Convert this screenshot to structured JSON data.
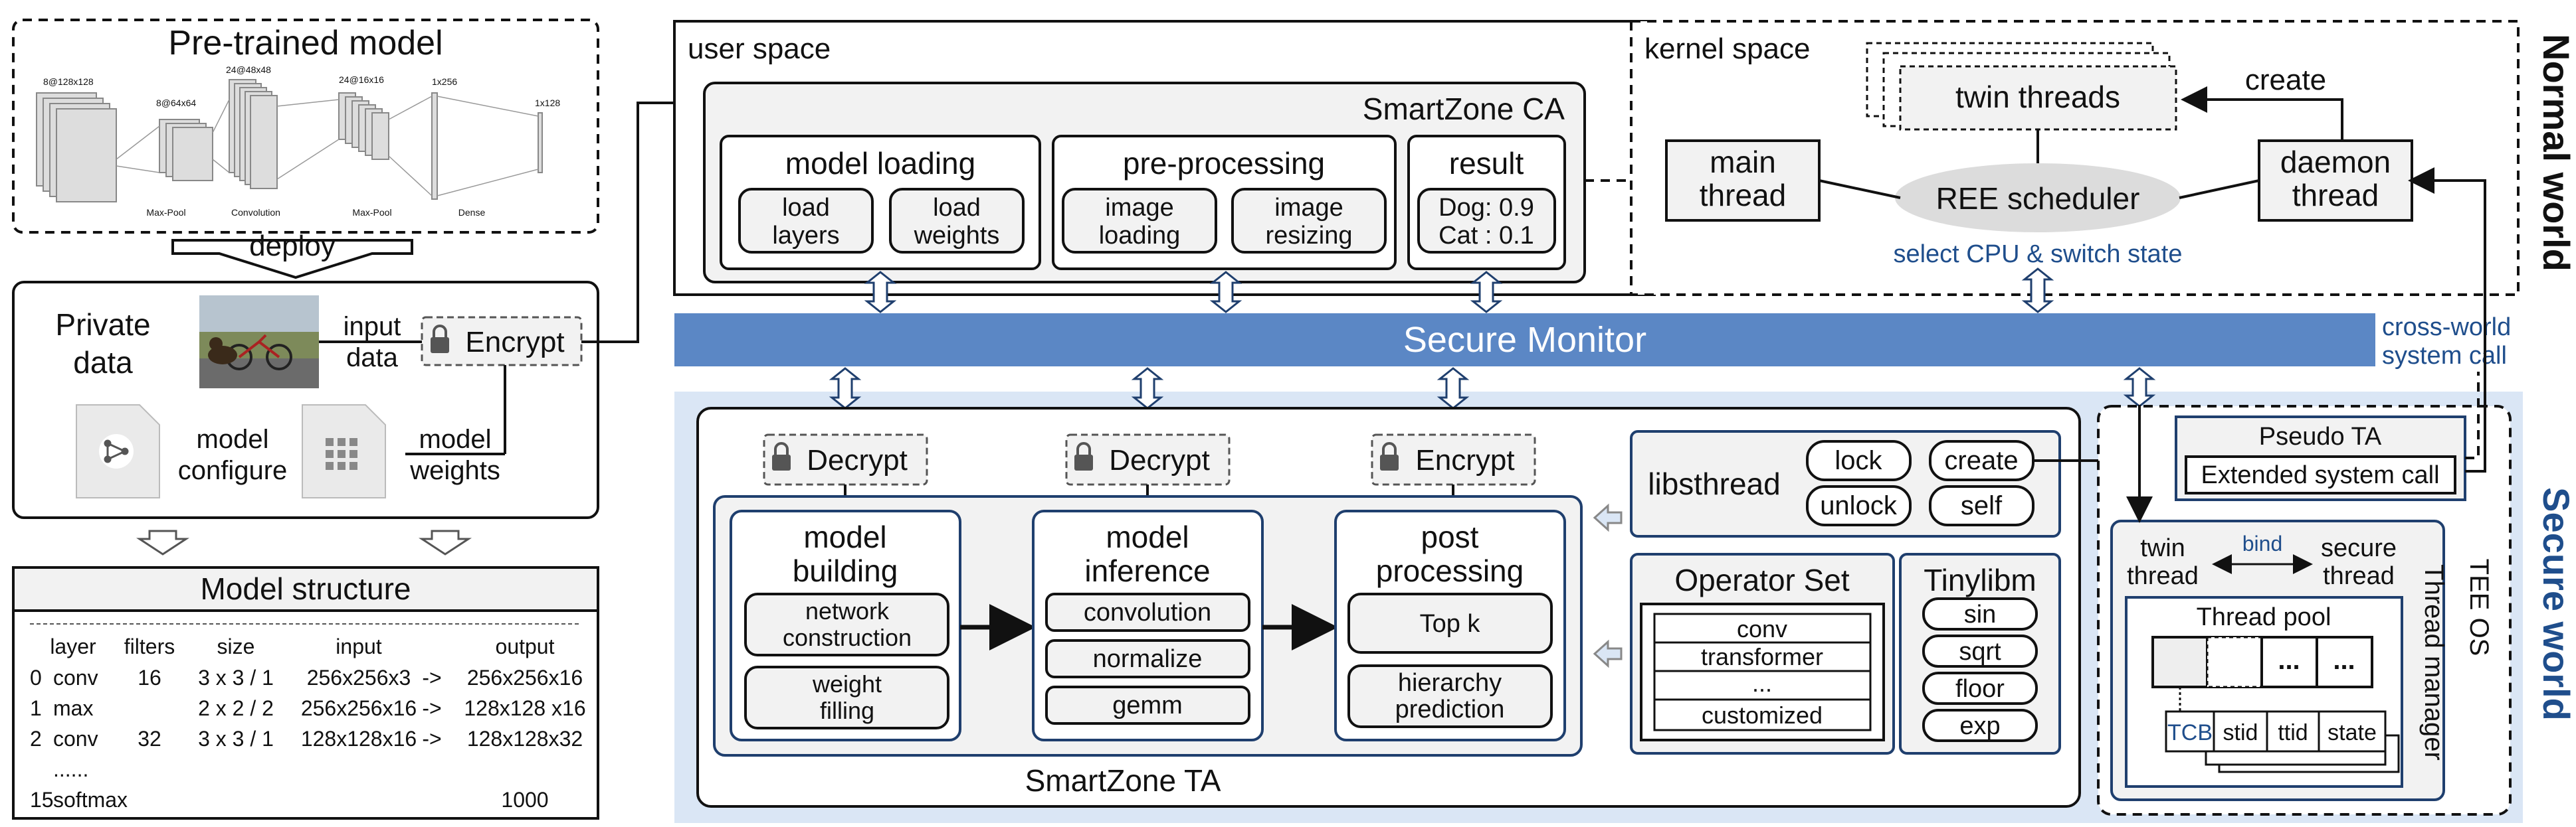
{
  "pretrained": {
    "title": "Pre-trained model",
    "layer_labels": [
      "8@128x128",
      "8@64x64",
      "24@48x48",
      "24@16x16",
      "1x256",
      "1x128"
    ],
    "op_labels": [
      "Max-Pool",
      "Convolution",
      "Max-Pool",
      "Dense"
    ]
  },
  "deploy_label": "deploy",
  "private": {
    "title_line1": "Private",
    "title_line2": "data",
    "input_line1": "input",
    "input_line2": "data",
    "encrypt": "Encrypt",
    "model_config_line1": "model",
    "model_config_line2": "configure",
    "model_weights_line1": "model",
    "model_weights_line2": "weights"
  },
  "model_structure": {
    "title": "Model structure",
    "headers": [
      "layer",
      "filters",
      "size",
      "input",
      "output"
    ],
    "rows": [
      [
        "0",
        "conv",
        "16",
        "3 x 3 / 1",
        "256x256x3",
        "->",
        "256x256x16"
      ],
      [
        "1",
        "max",
        "",
        "2 x 2 / 2",
        "256x256x16",
        "->",
        "128x128 x16"
      ],
      [
        "2",
        "conv",
        "32",
        "3 x 3 / 1",
        "128x128x16",
        "->",
        "128x128x32"
      ],
      [
        "",
        "......",
        "",
        "",
        "",
        "",
        ""
      ],
      [
        "15",
        "softmax",
        "",
        "",
        "",
        "",
        "1000"
      ]
    ]
  },
  "user_space": {
    "label": "user space",
    "ca_title": "SmartZone CA",
    "model_loading": {
      "title": "model loading",
      "items": [
        [
          "load",
          "layers"
        ],
        [
          "load",
          "weights"
        ]
      ]
    },
    "preprocessing": {
      "title": "pre-processing",
      "items": [
        [
          "image",
          "loading"
        ],
        [
          "image",
          "resizing"
        ]
      ]
    },
    "result": {
      "title": "result",
      "lines": [
        "Dog: 0.9",
        "Cat : 0.1"
      ]
    }
  },
  "kernel_space": {
    "label": "kernel space",
    "twin_threads": "twin threads",
    "create": "create",
    "main_thread": [
      "main",
      "thread"
    ],
    "scheduler": "REE scheduler",
    "daemon_thread": [
      "daemon",
      "thread"
    ],
    "caption": "select CPU & switch state"
  },
  "normal_world": "Normal world",
  "secure_world": "Secure world",
  "secure_monitor": "Secure Monitor",
  "cross_world": [
    "cross-world",
    "system call"
  ],
  "ta": {
    "title": "SmartZone TA",
    "decrypt1": "Decrypt",
    "decrypt2": "Decrypt",
    "encrypt": "Encrypt",
    "building": {
      "title": [
        "model",
        "building"
      ],
      "items": [
        [
          "network",
          "construction"
        ],
        [
          "weight",
          "filling"
        ]
      ]
    },
    "inference": {
      "title": [
        "model",
        "inference"
      ],
      "items": [
        "convolution",
        "normalize",
        "gemm"
      ]
    },
    "post": {
      "title": [
        "post",
        "processing"
      ],
      "items": [
        [
          "Top k"
        ],
        [
          "hierarchy",
          "prediction"
        ]
      ]
    },
    "libsthread": {
      "title": "libsthread",
      "items": [
        "lock",
        "create",
        "unlock",
        "self"
      ]
    },
    "operator_set": {
      "title": "Operator Set",
      "items": [
        "conv",
        "transformer",
        "...",
        "customized"
      ]
    },
    "tinylibm": {
      "title": "Tinylibm",
      "items": [
        "sin",
        "sqrt",
        "floor",
        "exp"
      ]
    }
  },
  "tee_os": {
    "label": "TEE OS",
    "pseudo_ta": "Pseudo TA",
    "extended_call": "Extended system call",
    "twin": [
      "twin",
      "thread"
    ],
    "bind": "bind",
    "secure": [
      "secure",
      "thread"
    ],
    "thread_manager": "Thread manager",
    "thread_pool": "Thread pool",
    "pool_cells": [
      "",
      "",
      "...",
      "..."
    ],
    "tcb_fields": [
      "TCB",
      "stid",
      "ttid",
      "state"
    ]
  },
  "colors": {
    "blue_band": "#5b87c5",
    "blue_text": "#1f4e8c",
    "box_fill": "#f2f2f2",
    "secure_bg": "#dae6f5"
  }
}
